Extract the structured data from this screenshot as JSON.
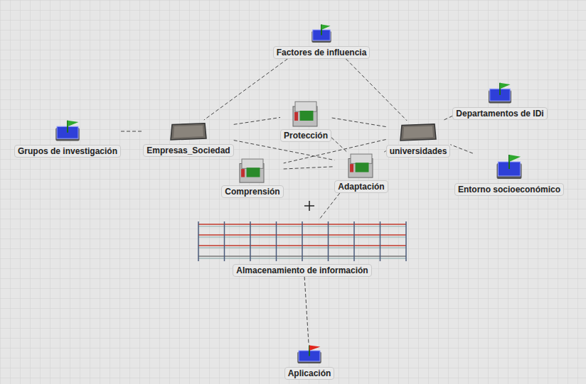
{
  "diagram": {
    "nodes": [
      {
        "text": [
          "Factores de influencia"
        ]
      },
      {
        "text": [
          "Grupos de investigación"
        ]
      },
      {
        "text": [
          "Empresas_Sociedad"
        ]
      },
      {
        "text": [
          "Protección"
        ]
      },
      {
        "text": [
          "Departamentos de IDi"
        ]
      },
      {
        "text": [
          "universidades"
        ]
      },
      {
        "text": [
          "Comprensión"
        ]
      },
      {
        "text": [
          "Adaptación"
        ]
      },
      {
        "text": [
          "Entorno socioeconómico"
        ]
      },
      {
        "text": [
          "Almacenamiento de información"
        ]
      },
      {
        "text": [
          "Aplicación"
        ]
      }
    ],
    "edges": [
      {
        "from": 0,
        "to": 2,
        "arrow": "none"
      },
      {
        "from": 0,
        "to": 5,
        "arrow": "none"
      },
      {
        "from": 1,
        "to": 2,
        "arrow": "none"
      },
      {
        "from": 2,
        "to": 3,
        "arrow": "none"
      },
      {
        "from": 2,
        "to": 6,
        "arrow": "none"
      },
      {
        "from": 2,
        "to": 7,
        "arrow": "none"
      },
      {
        "from": 4,
        "to": 5,
        "arrow": "none"
      },
      {
        "from": 8,
        "to": 5,
        "arrow": "none"
      },
      {
        "from": 5,
        "to": 3,
        "arrow": "none"
      },
      {
        "from": 5,
        "to": 6,
        "arrow": "none"
      },
      {
        "from": 5,
        "to": 7,
        "arrow": "none"
      },
      {
        "from": 3,
        "to": 7,
        "arrow": "none"
      },
      {
        "from": 6,
        "to": 7,
        "arrow": "none"
      },
      {
        "from": 7,
        "to": 9,
        "arrow": "none"
      },
      {
        "from": 9,
        "to": 10,
        "arrow": "none"
      }
    ]
  }
}
